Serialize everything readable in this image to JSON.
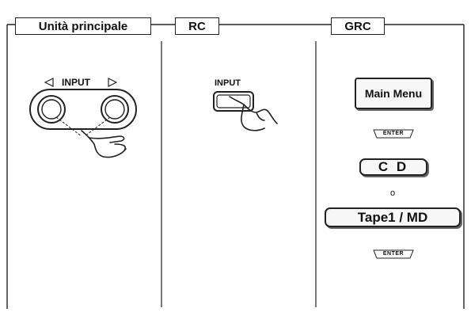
{
  "sections": {
    "main_unit": {
      "label": "Unità principale",
      "control_label": "INPUT"
    },
    "rc": {
      "label": "RC",
      "control_label": "INPUT"
    },
    "grc": {
      "label": "GRC",
      "main_menu": "Main Menu",
      "enter_1": "ENTER",
      "cd": "C D",
      "or": "o",
      "tape": "Tape1 / MD",
      "enter_2": "ENTER"
    }
  },
  "icons": [
    "left-triangle-icon",
    "right-triangle-icon",
    "hand-pointer-icon"
  ]
}
